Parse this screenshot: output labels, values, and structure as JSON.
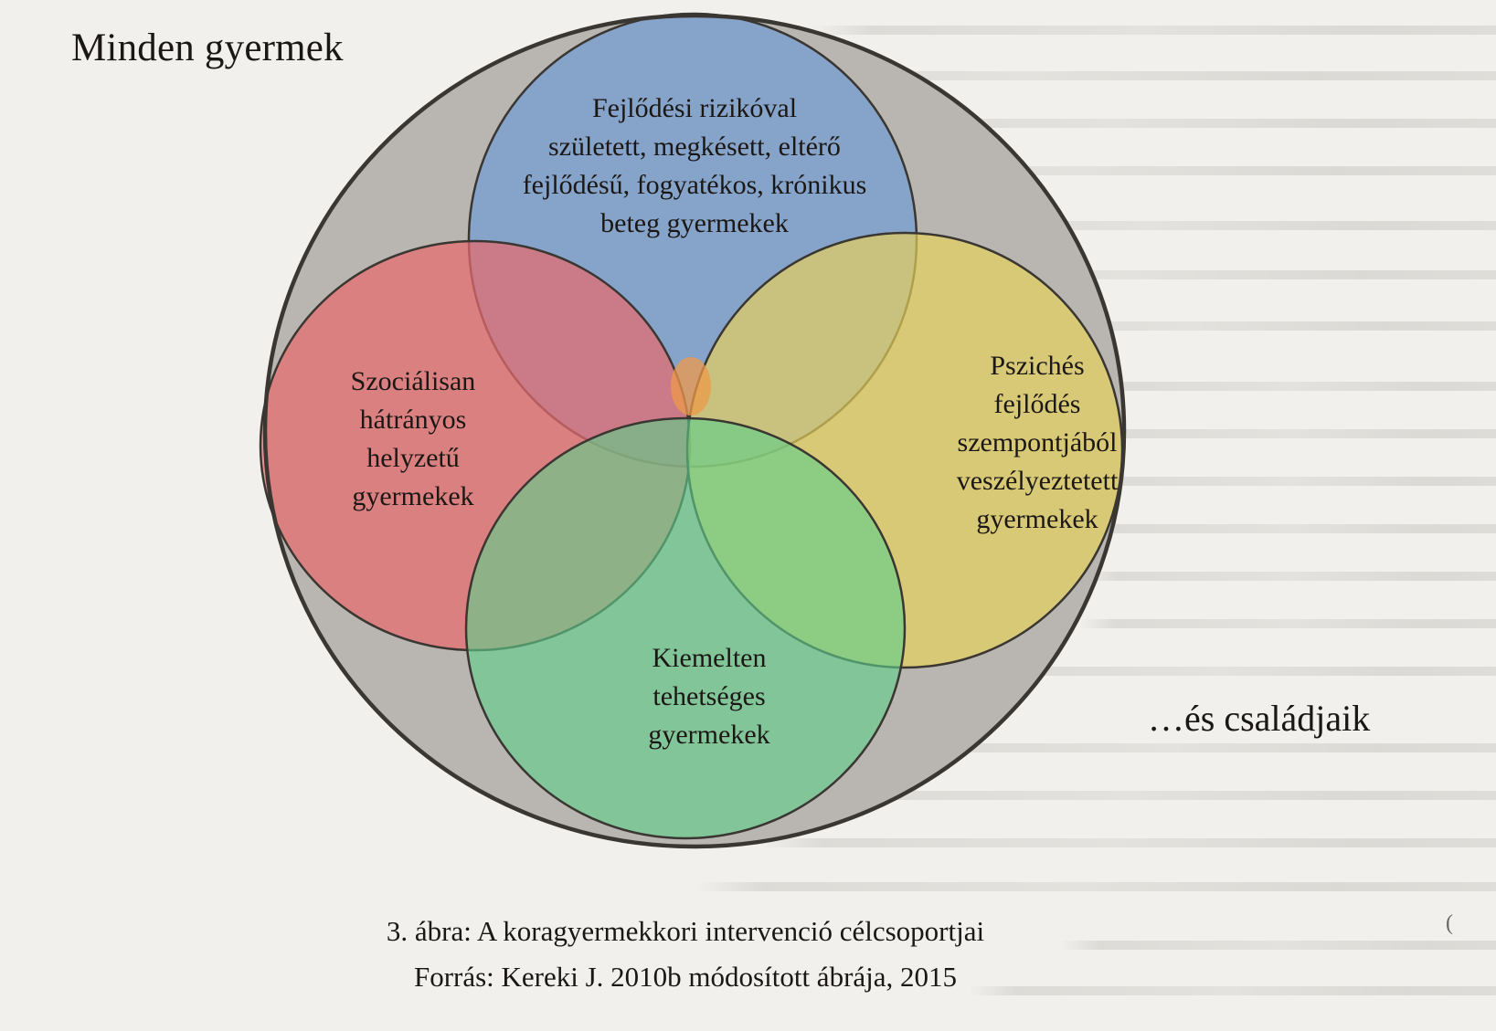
{
  "page": {
    "title": "Minden gyermek",
    "families_label": "…és családjaik",
    "edge_mark": "("
  },
  "circles": {
    "blue": {
      "lines": [
        "Fejlődési rizikóval",
        "született, megkésett, eltérő",
        "fejlődésű, fogyatékos, krónikus",
        "beteg gyermekek"
      ],
      "color": "#7b9fd0"
    },
    "red": {
      "lines": [
        "Szociálisan",
        "hátrányos",
        "helyzetű",
        "gyermekek"
      ],
      "color": "#e66b6e"
    },
    "yellow": {
      "lines": [
        "Pszichés",
        "fejlődés",
        "szempontjából",
        "veszélyeztetett",
        "gyermekek"
      ],
      "color": "#e8d15a"
    },
    "green": {
      "lines": [
        "Kiemelten",
        "tehetséges",
        "gyermekek"
      ],
      "color": "#5fce8a"
    }
  },
  "caption": {
    "line_1": "3. ábra: A koragyermekkori intervenció célcsoportjai",
    "line_2": "Forrás: Kereki J. 2010b módosított ábrája, 2015"
  },
  "colors": {
    "outer_fill": "#b9b6b1",
    "outline": "#3a3632",
    "center_overlap": "#ee9a4a",
    "paper": "#f1f0ec"
  }
}
